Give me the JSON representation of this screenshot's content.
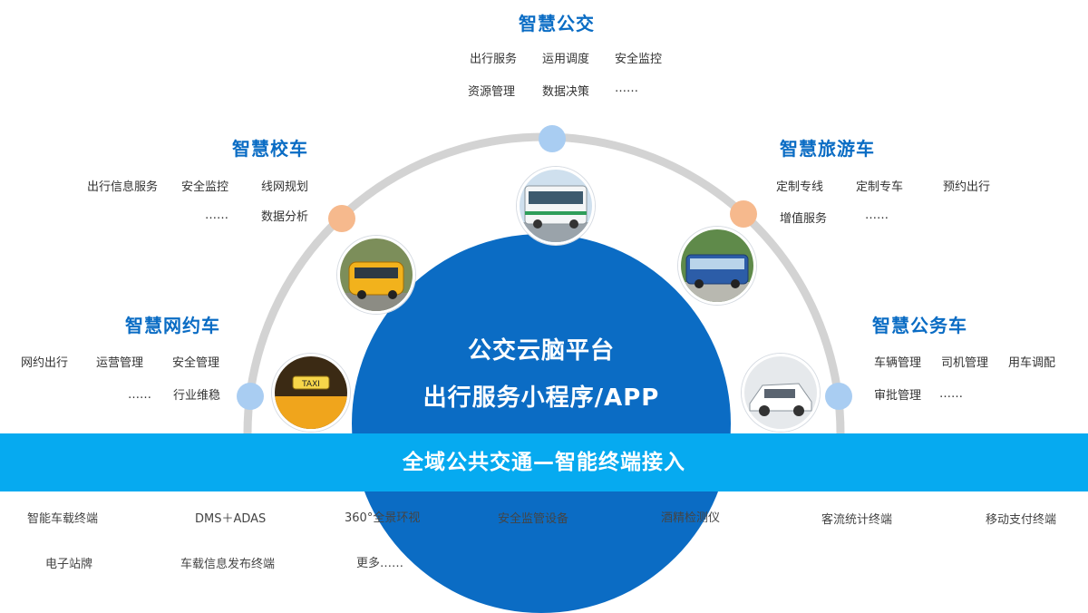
{
  "colors": {
    "title_blue": "#0a6cc4",
    "dome_blue": "#0b6cc4",
    "band_cyan": "#06aaf0",
    "arc_gray": "#d3d3d3",
    "dot_blue": "#a9cdf2",
    "dot_orange": "#f6b98d"
  },
  "center": {
    "line1": "公交云脑平台",
    "line2": "出行服务小程序/APP"
  },
  "band": {
    "label": "全域公共交通—智能终端接入"
  },
  "categories": {
    "bus": {
      "title": "智慧公交",
      "row1": [
        "出行服务",
        "运用调度",
        "安全监控"
      ],
      "row2": [
        "资源管理",
        "数据决策",
        "……"
      ],
      "icon": "bus-photo-icon"
    },
    "school": {
      "title": "智慧校车",
      "row1": [
        "出行信息服务",
        "安全监控",
        "线网规划"
      ],
      "row2": [
        "……",
        "数据分析"
      ],
      "icon": "school-bus-photo-icon"
    },
    "tour": {
      "title": "智慧旅游车",
      "row1": [
        "定制专线",
        "定制专车",
        "预约出行"
      ],
      "row2": [
        "增值服务",
        "……"
      ],
      "icon": "tour-coach-photo-icon"
    },
    "ride": {
      "title": "智慧网约车",
      "row1": [
        "网约出行",
        "运营管理",
        "安全管理"
      ],
      "row2": [
        "……",
        "行业维稳"
      ],
      "icon": "taxi-photo-icon"
    },
    "official": {
      "title": "智慧公务车",
      "row1": [
        "车辆管理",
        "司机管理",
        "用车调配"
      ],
      "row2": [
        "审批管理",
        "……"
      ],
      "icon": "official-car-photo-icon"
    }
  },
  "terminals": {
    "row1": [
      "智能车载终端",
      "DMS＋ADAS",
      "360°全景环视",
      "安全监管设备",
      "酒精检测仪",
      "客流统计终端",
      "移动支付终端"
    ],
    "row2": [
      "电子站牌",
      "车载信息发布终端",
      "更多……"
    ]
  }
}
